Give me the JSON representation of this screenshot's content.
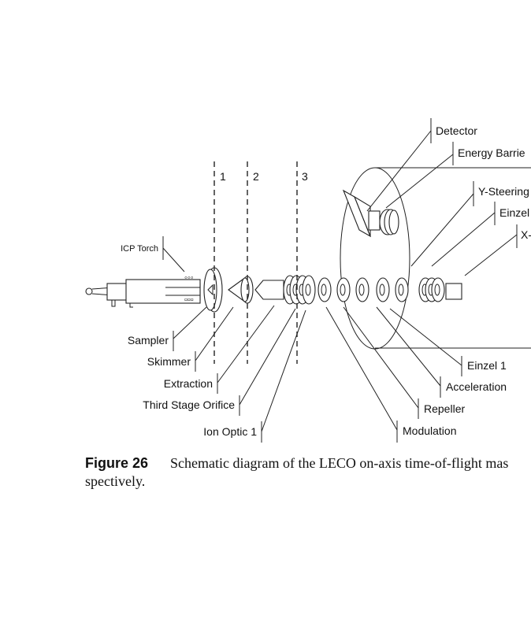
{
  "figure": {
    "number": "Figure 26",
    "caption_line1": "Schematic diagram of the LECO on-axis time-of-flight mas",
    "caption_line2": "spectively."
  },
  "diagram": {
    "stage_markers": [
      "1",
      "2",
      "3"
    ],
    "labels_top_right": [
      "Detector",
      "Energy Barrie",
      "Y-Steering",
      "Einzel",
      "X-"
    ],
    "labels_left": [
      "ICP Torch",
      "Sampler",
      "Skimmer",
      "Extraction",
      "Third Stage Orifice",
      "Ion Optic 1"
    ],
    "labels_bottom_right": [
      "Einzel 1",
      "Acceleration",
      "Repeller",
      "Modulation"
    ]
  }
}
